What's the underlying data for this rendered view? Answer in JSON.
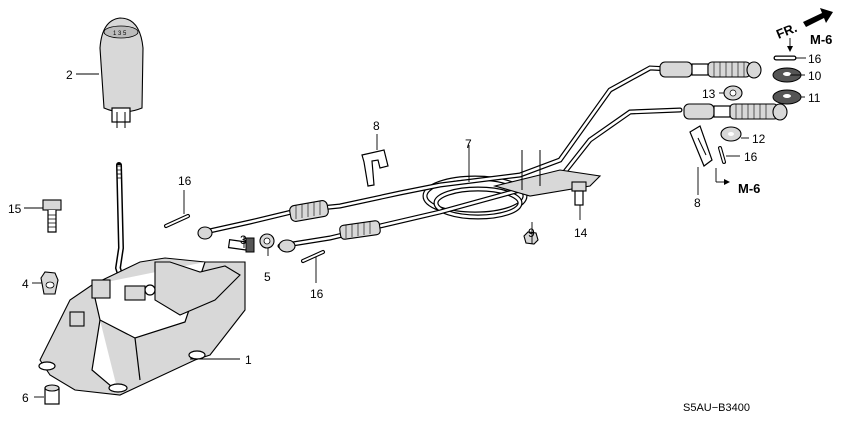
{
  "diagram_code": "S5AU−B3400",
  "front_indicator": "FR.",
  "callouts": {
    "p1": "1",
    "p2": "2",
    "p3": "3",
    "p4": "4",
    "p5": "5",
    "p6": "6",
    "p7": "7",
    "p8a": "8",
    "p8b": "8",
    "p9": "9",
    "p10": "10",
    "p11": "11",
    "p12": "12",
    "p13": "13",
    "p14": "14",
    "p15": "15",
    "p16a": "16",
    "p16b": "16",
    "p16c": "16",
    "p16d": "16"
  },
  "references": {
    "m6_top": "M-6",
    "m6_bottom": "M-6"
  }
}
